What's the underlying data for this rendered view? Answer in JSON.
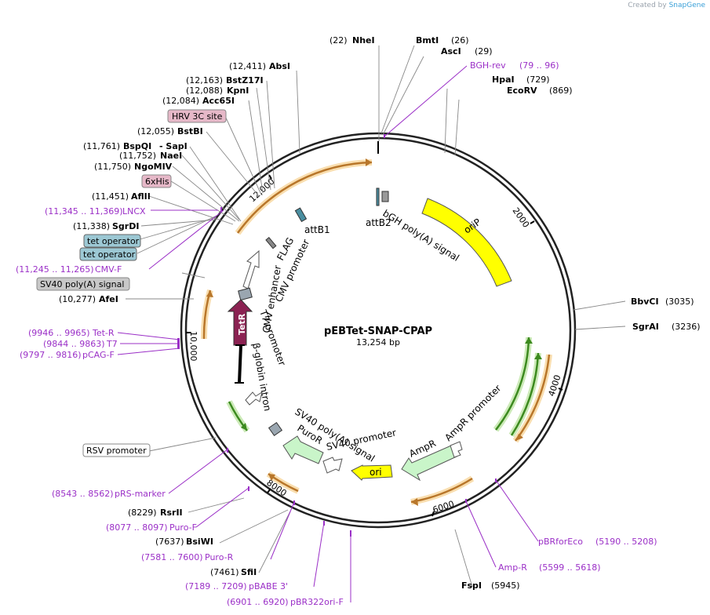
{
  "credit": {
    "prefix": "Created by",
    "brand": "SnapGene"
  },
  "plasmid": {
    "name": "pEBTet-SNAP-CPAP",
    "length": "13,254 bp"
  },
  "ticks": [
    "2000",
    "4000",
    "6000",
    "8000",
    "10,000",
    "12,000"
  ],
  "enzymes": {
    "nhei": {
      "pos": "(22)",
      "name": "NheI"
    },
    "bmti": {
      "pos": "(26)",
      "name": "BmtI"
    },
    "asci": {
      "pos": "(29)",
      "name": "AscI"
    },
    "hpai": {
      "pos": "(729)",
      "name": "HpaI"
    },
    "ecorv": {
      "pos": "(869)",
      "name": "EcoRV"
    },
    "bbvci": {
      "pos": "(3035)",
      "name": "BbvCI"
    },
    "sgrai": {
      "pos": "(3236)",
      "name": "SgrAI"
    },
    "fspi": {
      "pos": "(5945)",
      "name": "FspI"
    },
    "sfii": {
      "pos": "(7461)",
      "name": "SfiI"
    },
    "bsiwi": {
      "pos": "(7637)",
      "name": "BsiWI"
    },
    "rsrii": {
      "pos": "(8229)",
      "name": "RsrII"
    },
    "afei": {
      "pos": "(10,277)",
      "name": "AfeI"
    },
    "sgrdi": {
      "pos": "(11,338)",
      "name": "SgrDI"
    },
    "aflii": {
      "pos": "(11,451)",
      "name": "AflII"
    },
    "ngomiv": {
      "pos": "(11,750)",
      "name": "NgoMIV"
    },
    "naei": {
      "pos": "(11,752)",
      "name": "NaeI"
    },
    "bspqi": {
      "pos": "(11,761)",
      "name": "BspQI",
      "alt": "- SapI"
    },
    "bstbi": {
      "pos": "(12,055)",
      "name": "BstBI"
    },
    "acc65i": {
      "pos": "(12,084)",
      "name": "Acc65I"
    },
    "kpni": {
      "pos": "(12,088)",
      "name": "KpnI"
    },
    "bstz17i": {
      "pos": "(12,163)",
      "name": "BstZ17I"
    },
    "absi": {
      "pos": "(12,411)",
      "name": "AbsI"
    }
  },
  "primers": {
    "bghrev": {
      "name": "BGH-rev",
      "range": "(79 .. 96)"
    },
    "pbrforeco": {
      "name": "pBRforEco",
      "range": "(5190 .. 5208)"
    },
    "ampr": {
      "name": "Amp-R",
      "range": "(5599 .. 5618)"
    },
    "pbr322ori": {
      "range": "(6901 .. 6920)",
      "name": "pBR322ori-F"
    },
    "pbabe3": {
      "range": "(7189 .. 7209)",
      "name": "pBABE 3'"
    },
    "puror": {
      "range": "(7581 .. 7600)",
      "name": "Puro-R"
    },
    "purof": {
      "range": "(8077 .. 8097)",
      "name": "Puro-F"
    },
    "prsmarker": {
      "range": "(8543 .. 8562)",
      "name": "pRS-marker"
    },
    "pcagf": {
      "range": "(9797 .. 9816)",
      "name": "pCAG-F"
    },
    "t7": {
      "range": "(9844 .. 9863)",
      "name": "T7"
    },
    "tetr": {
      "range": "(9946 .. 9965)",
      "name": "Tet-R"
    },
    "cmvf": {
      "range": "(11,245 .. 11,265)",
      "name": "CMV-F"
    },
    "lncx": {
      "range": "(11,345 .. 11,369)",
      "name": "LNCX"
    }
  },
  "boxes": {
    "hrv3c": "HRV 3C site",
    "his6": "6xHis",
    "tetop1": "tet operator",
    "tetop2": "tet operator",
    "sv40pa_box": "SV40 poly(A) signal",
    "rsv": "RSV promoter"
  },
  "features": {
    "attb1": "attB1",
    "attb2": "attB2",
    "bgh": "bGH poly(A) signal",
    "orip": "oriP",
    "flag": "FLAG",
    "cmvpromoter": "CMV promoter",
    "cmvenhancer": "CMV enhancer",
    "t7promoter": "T7 promoter",
    "tetr": "TetR",
    "bglobin": "β-globin intron",
    "sv40pa": "SV40 poly(A) signal",
    "puror": "PuroR",
    "sv40promoter": "SV40 promoter",
    "ori": "ori",
    "ampr": "AmpR",
    "amprpromoter": "AmpR promoter"
  },
  "colors": {
    "primer": "#9b30c7",
    "orip": "#ffff00",
    "ori": "#ffff00",
    "puro": "#c9f5c9",
    "tetr": "#8b2252",
    "orf_orange": "#b8762a",
    "orf_green": "#3c8a1f",
    "box_pink": "#e6b8c8",
    "box_teal": "#9cc8d4",
    "box_gray": "#c8c8c8"
  }
}
